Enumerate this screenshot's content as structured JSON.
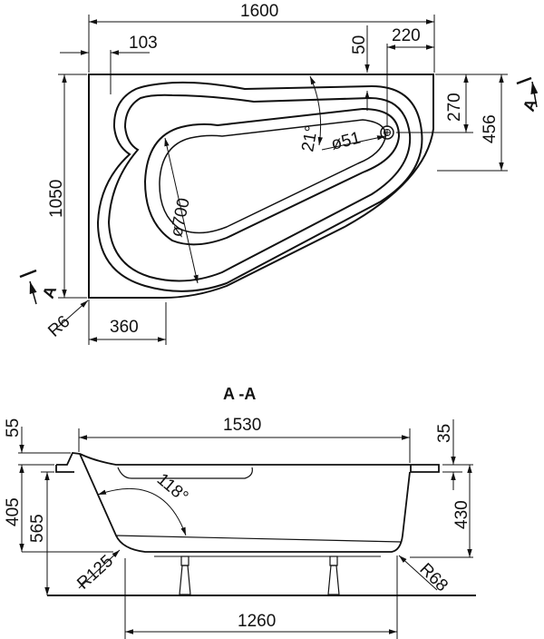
{
  "top_view": {
    "overall_width": "1600",
    "overall_depth": "1050",
    "offset_left": "103",
    "rim_offset_top": "50",
    "drain_offset_right": "220",
    "drain_offset_top": "270",
    "right_edge_depth": "456",
    "angle": "21°",
    "drain_diameter": "ø51",
    "basin_diameter": "ø700",
    "corner_radius": "R6",
    "bottom_straight": "360",
    "section_mark": "A"
  },
  "section_view": {
    "title": "A -A",
    "inner_length": "1530",
    "rim_height_left": "55",
    "depth_left": "405",
    "height_total": "565",
    "wall_angle": "118°",
    "bottom_radius_left": "R125",
    "rim_height_right": "35",
    "depth_right": "430",
    "bottom_radius_right": "R68",
    "base_length": "1260"
  },
  "colors": {
    "line": "#111111",
    "background": "#ffffff"
  }
}
